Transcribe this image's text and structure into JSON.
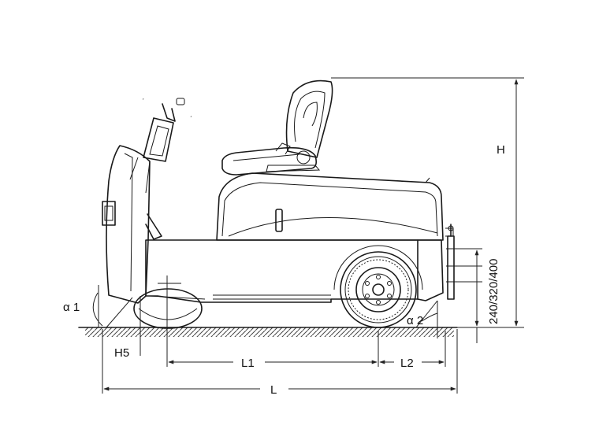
{
  "labels": {
    "H": "H",
    "alpha1": "α 1",
    "alpha2": "α 2",
    "H5": "H5",
    "L1": "L1",
    "L2": "L2",
    "L": "L",
    "fork_heights": "240/320/400"
  }
}
